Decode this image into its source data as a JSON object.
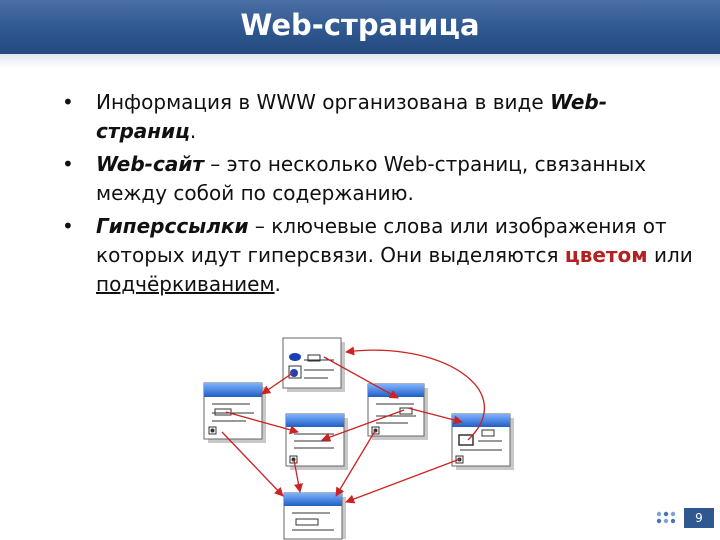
{
  "slide": {
    "title": "Web-страница",
    "page_number": "9"
  },
  "bullets": {
    "b1": {
      "text": "Информация в WWW организована в виде ",
      "em": "Web-страниц",
      "end": "."
    },
    "b2": {
      "term": "Web-сайт",
      "text": " – это несколько Web-страниц, связанных между собой по содержанию."
    },
    "b3": {
      "term": "Гиперссылки",
      "text": " – ключевые слова или изображения от которых идут гиперсвязи. Они выделяются ",
      "color_word": "цветом",
      "middle": " или ",
      "underline_word": "подчёркиванием",
      "end": "."
    }
  },
  "colors": {
    "title_bar": "#2f5790",
    "highlight_text": "#b22222",
    "link_arrows": "#cc2222",
    "page_header": "#1f6fd0"
  },
  "diagram": {
    "icon": "web-pages-hyperlink-diagram"
  }
}
